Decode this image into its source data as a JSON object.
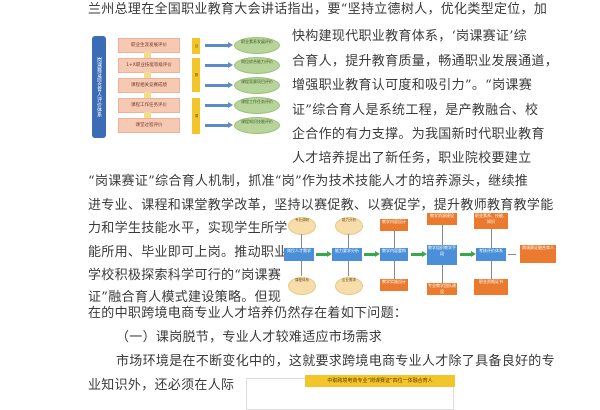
{
  "page": {
    "paragraphs": [
      "兰州总理在全国职业教育大会讲话指出，要“坚持立德树人，优化类型定位，加",
      "快构建现代职业教育体系，‘岗课赛证’综",
      "合育人，提升教育质量，畅通职业发展通道，",
      "增强职业教育认可度和吸引力”。“岗课赛",
      "证”综合育人是系统工程，是产教融合、校",
      "企合作的有力支撑。为我国新时代职业教育",
      "人才培养提出了新任务，职业院校要建立",
      "“岗课赛证”综合育人机制，抓准“岗”作为技术技能人才的培养源头，继续推",
      "进专业、课程和课堂教学改革，坚持以赛促教、以赛促学，提升教师教育教学能",
      "力和学生技能水平，实现学生所学",
      "能所用、毕业即可上岗。推动职业",
      "学校积极探索科学可行的“岗课赛",
      "证”融合育人模式建设策略。但现",
      "在的中职跨境电商专业人才培养仍然存在着如下问题：",
      "（一）课岗脱节，专业人才较难适应市场需求",
      "市场环境是在不断变化中的，这就要求跨境电商专业人才除了具备良好的专",
      "业知识外，还必须在人际"
    ]
  },
  "diagram1": {
    "side_label": "岗课赛证综合育人评价体系",
    "boxes": [
      "职业生涯发展评价",
      "1+X职业技能等级评价",
      "课程相关竞赛成绩",
      "课程工作任务评价",
      "课堂过程评价"
    ],
    "tags": [
      "证",
      "赛",
      "课"
    ],
    "ellipses": [
      "职业素养发展评价",
      "岗位综合能力评价",
      "课程竞赛项目评价",
      "课程工作任务评价",
      "课程知识技能评价"
    ]
  },
  "diagram2": {
    "blue": [
      "岗位人才需求",
      "能力要求分析",
      "教学内容重构",
      "教学组织教学手段",
      "考核评价体系"
    ],
    "yellow_top": [
      "专业调研",
      "能力分析"
    ],
    "yellow_bottom": [
      "课程体系",
      "企业需求"
    ],
    "orange_top": [
      "教学内容设计",
      "教学资源建设",
      "职业素养、技能、知识"
    ],
    "orange_bottom": [
      "教学实施设计",
      "专业教学团队建设",
      "职业资格证书"
    ],
    "result": "岗课赛证融合育人"
  },
  "diagram3": {
    "title": "中职跨境电商专业“岗课赛证”四位一体融合育人"
  }
}
